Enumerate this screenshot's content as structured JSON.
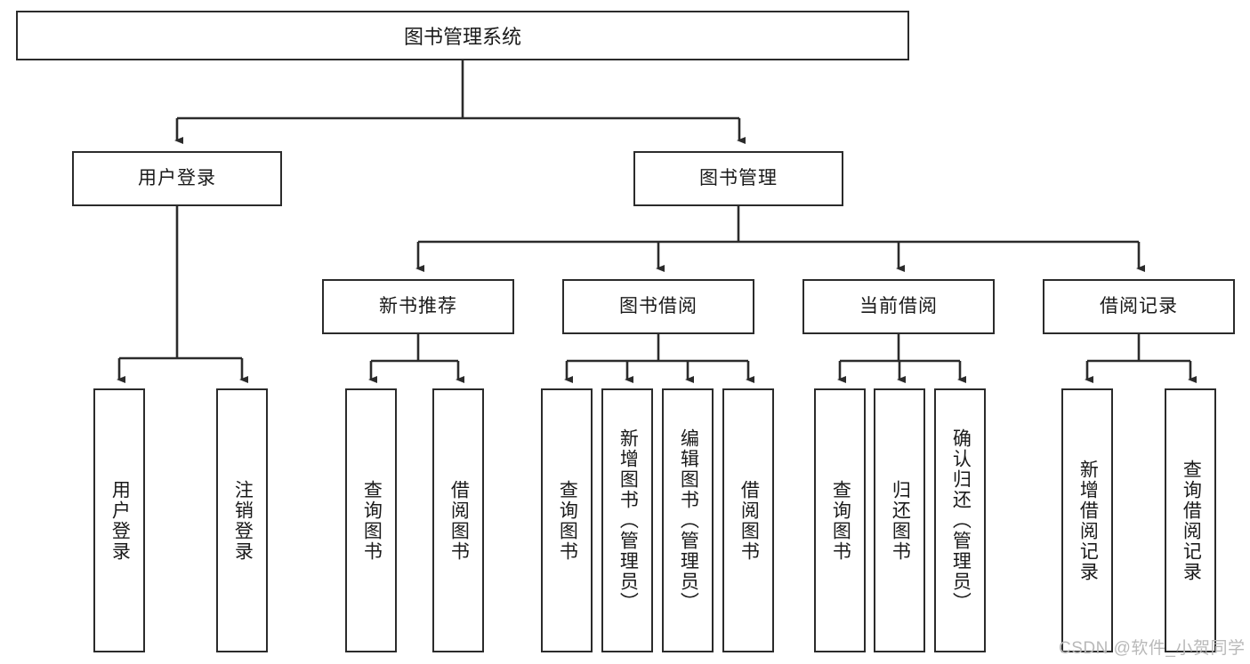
{
  "diagram": {
    "title": "图书管理系统",
    "type": "tree-hierarchy",
    "watermark": "CSDN @软件_小贺同学",
    "colors": {
      "box_border": "#2b2b2b",
      "box_fill": "#ffffff",
      "edge": "#2b2b2b",
      "text": "#1a1a1a",
      "watermark": "#b9b9b9",
      "background": "#ffffff"
    },
    "nodes": {
      "root": {
        "label": "图书管理系统"
      },
      "level2": [
        {
          "id": "user-login",
          "label": "用户登录"
        },
        {
          "id": "book-manage",
          "label": "图书管理"
        }
      ],
      "level3": [
        {
          "id": "new-book-rec",
          "label": "新书推荐"
        },
        {
          "id": "book-borrow",
          "label": "图书借阅"
        },
        {
          "id": "current-borrow",
          "label": "当前借阅"
        },
        {
          "id": "borrow-record",
          "label": "借阅记录"
        }
      ],
      "leaves": {
        "user-login": [
          {
            "id": "leaf-user-login",
            "label": "用户登录"
          },
          {
            "id": "leaf-logout",
            "label": "注销登录"
          }
        ],
        "new-book-rec": [
          {
            "id": "leaf-query-book-1",
            "label": "查询图书"
          },
          {
            "id": "leaf-borrow-book-1",
            "label": "借阅图书"
          }
        ],
        "book-borrow": [
          {
            "id": "leaf-query-book-2",
            "label": "查询图书"
          },
          {
            "id": "leaf-add-book",
            "label": "新增图书（管理员）"
          },
          {
            "id": "leaf-edit-book",
            "label": "编辑图书（管理员）"
          },
          {
            "id": "leaf-borrow-book-2",
            "label": "借阅图书"
          }
        ],
        "current-borrow": [
          {
            "id": "leaf-query-book-3",
            "label": "查询图书"
          },
          {
            "id": "leaf-return-book",
            "label": "归还图书"
          },
          {
            "id": "leaf-confirm-return",
            "label": "确认归还（管理员）"
          }
        ],
        "borrow-record": [
          {
            "id": "leaf-add-record",
            "label": "新增借阅记录"
          },
          {
            "id": "leaf-query-record",
            "label": "查询借阅记录"
          }
        ]
      }
    }
  }
}
